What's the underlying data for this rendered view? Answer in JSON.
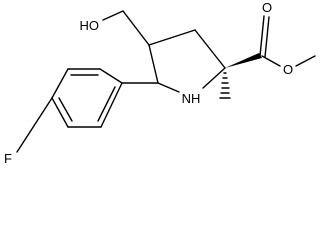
{
  "molecule": {
    "atoms": {
      "hydroxyl": "HO",
      "amine": "NH",
      "carbonyl_oxygen": "O",
      "ester_oxygen": "O",
      "fluorine": "F"
    }
  },
  "colors": {
    "background": "#ffffff",
    "ink": "#000000"
  }
}
